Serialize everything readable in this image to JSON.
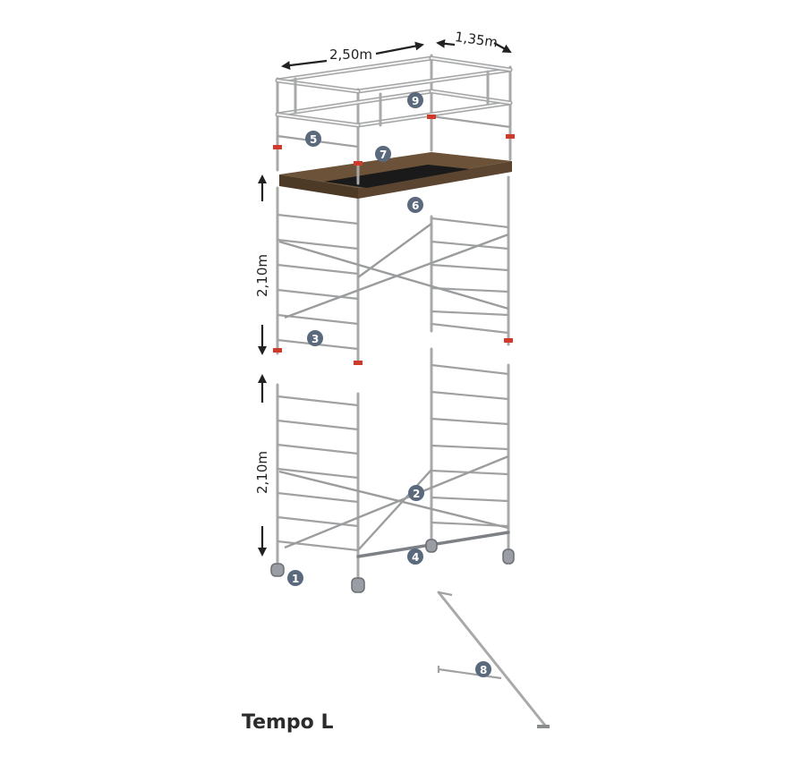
{
  "title": "Tempo L",
  "dimensions": {
    "length": "2,50m",
    "width": "1,35m",
    "upper_section_height": "2,10m",
    "lower_section_height": "2,10m"
  },
  "callouts": [
    "1",
    "2",
    "3",
    "4",
    "5",
    "6",
    "7",
    "8",
    "9"
  ],
  "colors": {
    "tube": "#a8aaa8",
    "platform": "#6b5238",
    "hatch": "#1a1a1a",
    "badge": "#5a6a7c",
    "coupler": "#d13a2a",
    "arrow": "#222222"
  }
}
